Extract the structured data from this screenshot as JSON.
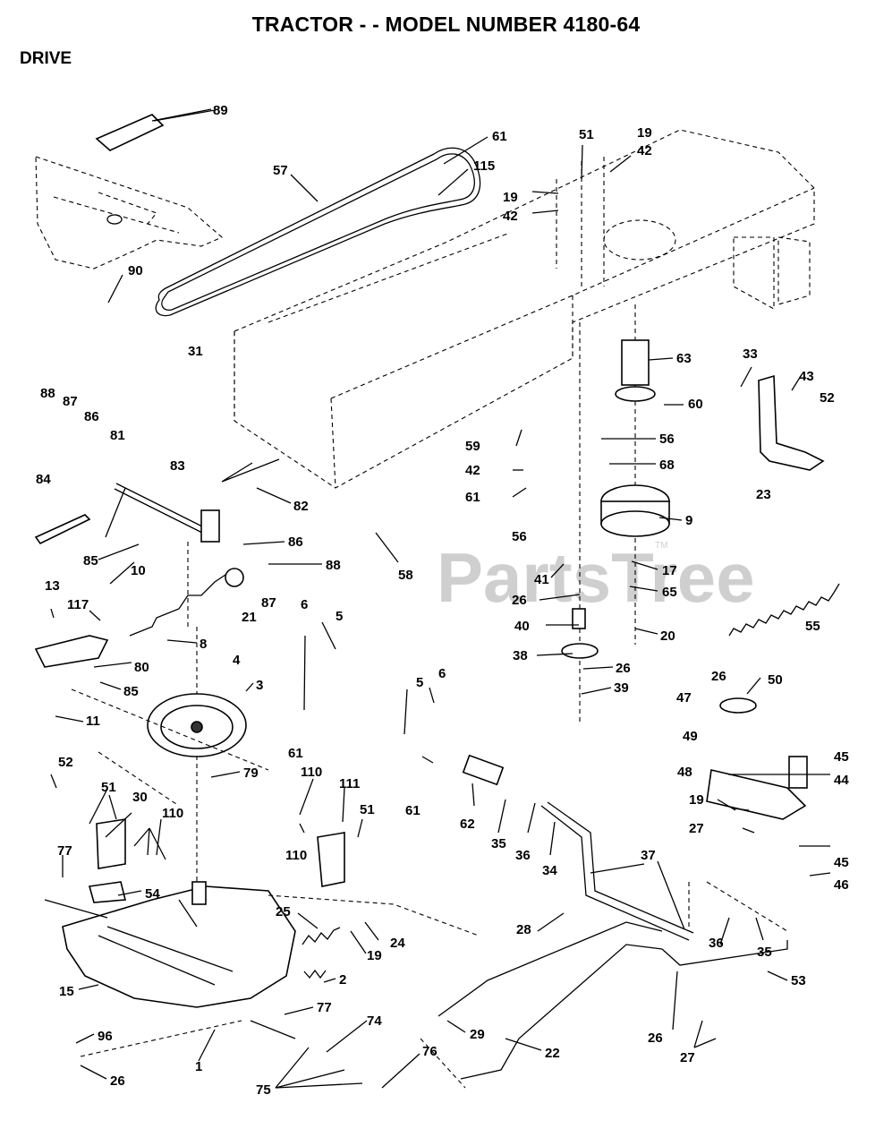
{
  "header": {
    "title": "TRACTOR - - MODEL NUMBER 4180-64",
    "section": "DRIVE"
  },
  "watermark": {
    "text": "PartsTree",
    "tm": "TM"
  },
  "callouts": [
    "89",
    "61",
    "115",
    "57",
    "51",
    "19",
    "42",
    "19",
    "42",
    "90",
    "31",
    "63",
    "33",
    "43",
    "52",
    "60",
    "88",
    "87",
    "86",
    "81",
    "83",
    "59",
    "56",
    "84",
    "82",
    "42",
    "68",
    "23",
    "61",
    "9",
    "56",
    "58",
    "85",
    "86",
    "88",
    "17",
    "10",
    "41",
    "65",
    "13",
    "117",
    "26",
    "87",
    "21",
    "40",
    "55",
    "8",
    "6",
    "5",
    "4",
    "38",
    "26",
    "20",
    "80",
    "85",
    "3",
    "26",
    "50",
    "11",
    "47",
    "5",
    "6",
    "39",
    "49",
    "45",
    "61",
    "79",
    "48",
    "44",
    "52",
    "51",
    "110",
    "30",
    "111",
    "61",
    "51",
    "110",
    "62",
    "19",
    "35",
    "36",
    "27",
    "34",
    "37",
    "45",
    "46",
    "77",
    "54",
    "110",
    "25",
    "24",
    "28",
    "36",
    "35",
    "19",
    "2",
    "15",
    "53",
    "77",
    "74",
    "29",
    "26",
    "96",
    "22",
    "1",
    "27",
    "76",
    "26",
    "75"
  ]
}
